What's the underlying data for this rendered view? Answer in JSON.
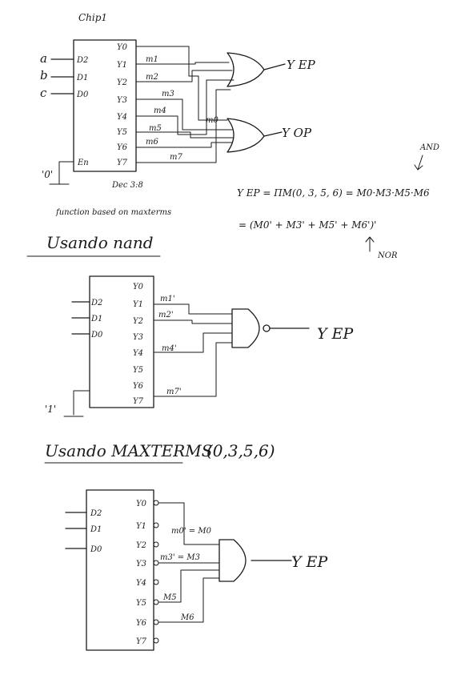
{
  "section1": {
    "chip_label": "Chip1",
    "inputs": [
      "a",
      "b",
      "c"
    ],
    "decoder_inputs": [
      "D2",
      "D1",
      "D0"
    ],
    "decoder_outputs": [
      "Y0",
      "Y1",
      "Y2",
      "Y3",
      "Y4",
      "Y5",
      "Y6",
      "Y7"
    ],
    "wire_labels": [
      "m1",
      "m2",
      "m3",
      "m4",
      "m5",
      "m6",
      "m7",
      "m0"
    ],
    "enable_label": "En",
    "enable_value": "'0'",
    "part_label": "Dec 3:8",
    "outputs": [
      "Y EP",
      "Y OP"
    ],
    "caption": "function based on maxterms"
  },
  "equations": {
    "eq1": "Y EP = ΠM(0, 3, 5, 6) = M0·M3·M5·M6",
    "eq2": "= (M0' + M3' + M5' + M6')'",
    "note_and": "AND",
    "note_nor": "NOR"
  },
  "section2": {
    "title": "Usando nand",
    "decoder_inputs": [
      "D2",
      "D1",
      "D0"
    ],
    "decoder_outputs": [
      "Y0",
      "Y1",
      "Y2",
      "Y3",
      "Y4",
      "Y5",
      "Y6",
      "Y7"
    ],
    "wire_labels": [
      "m1'",
      "m2'",
      "m4'",
      "m7'"
    ],
    "enable_value": "'1'",
    "output": "Y EP"
  },
  "section3": {
    "title": "Usando MAXTERMS",
    "title_set": "(0,3,5,6)",
    "decoder_inputs": [
      "D2",
      "D1",
      "D0"
    ],
    "decoder_outputs": [
      "Y0",
      "Y1",
      "Y2",
      "Y3",
      "Y4",
      "Y5",
      "Y6",
      "Y7"
    ],
    "wire_labels": [
      "m0' = M0",
      "m3' = M3",
      "M5",
      "M6"
    ],
    "output": "Y EP"
  }
}
